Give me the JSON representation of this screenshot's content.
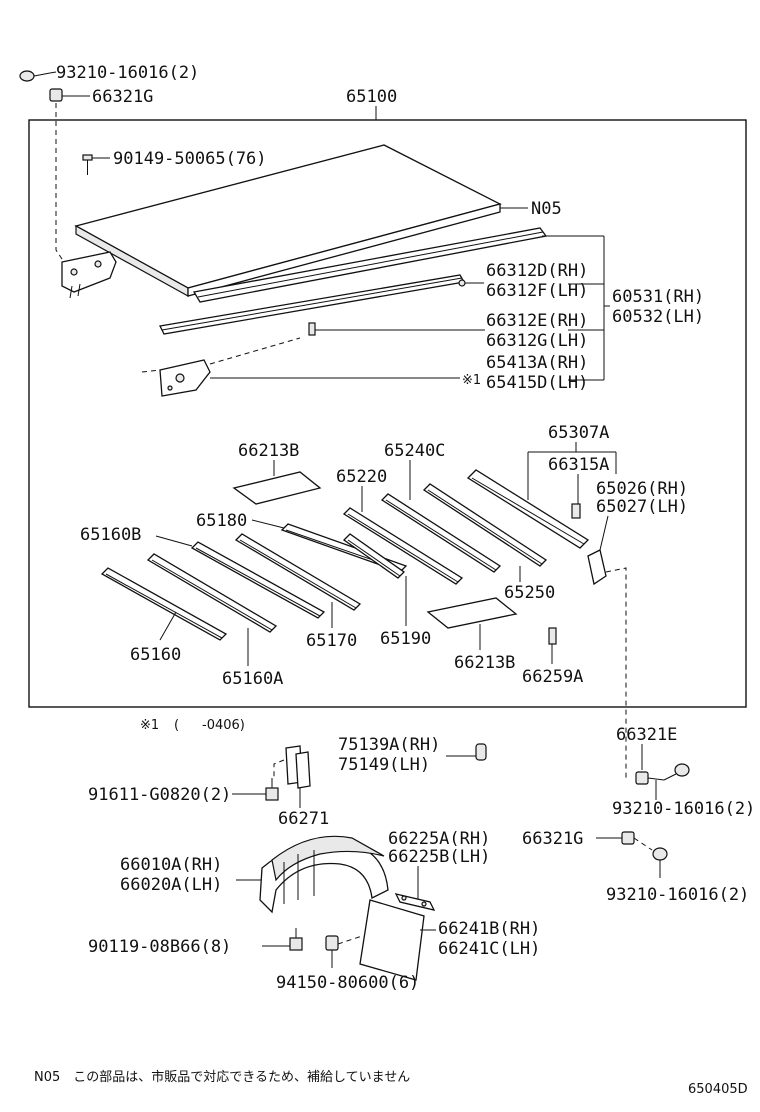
{
  "diagram": {
    "assembly": "65100",
    "labels": {
      "bolt_top": "93210-16016(2)",
      "nut_top": "66321G",
      "screw": "90149-50065(76)",
      "note_ref": "N05",
      "p66312D": "66312D(RH)",
      "p66312F": "66312F(LH)",
      "p60531": "60531(RH)",
      "p60532": "60532(LH)",
      "p66312E": "66312E(RH)",
      "p66312G": "66312G(LH)",
      "p65413A": "65413A(RH)",
      "p65415D": "65415D(LH)",
      "mark1": "※1",
      "p66213B_a": "66213B",
      "p65240C": "65240C",
      "p65307A": "65307A",
      "p65220": "65220",
      "p66315A": "66315A",
      "p65026": "65026(RH)",
      "p65027": "65027(LH)",
      "p65160B": "65160B",
      "p65180": "65180",
      "p65250": "65250",
      "p65160": "65160",
      "p65170": "65170",
      "p65190": "65190",
      "p66213B_b": "66213B",
      "p65160A": "65160A",
      "p66259A": "66259A",
      "footnote1_mark": "※1",
      "footnote1_paren": "(",
      "footnote1_val": "-0406)",
      "p66321E": "66321E",
      "p75139A": "75139A(RH)",
      "p75149": "75149(LH)",
      "p91611": "91611-G0820(2)",
      "p66271": "66271",
      "bolt_mid": "93210-16016(2)",
      "p66321G_b": "66321G",
      "p66225A": "66225A(RH)",
      "p66225B": "66225B(LH)",
      "p66010A": "66010A(RH)",
      "p66020A": "66020A(LH)",
      "bolt_low": "93210-16016(2)",
      "p66241B": "66241B(RH)",
      "p66241C": "66241C(LH)",
      "p90119": "90119-08B66(8)",
      "p94150": "94150-80600(6)"
    },
    "note_text": "N05　この部品は、市販品で対応できるため、補給していません",
    "drawing_code": "650405D"
  }
}
